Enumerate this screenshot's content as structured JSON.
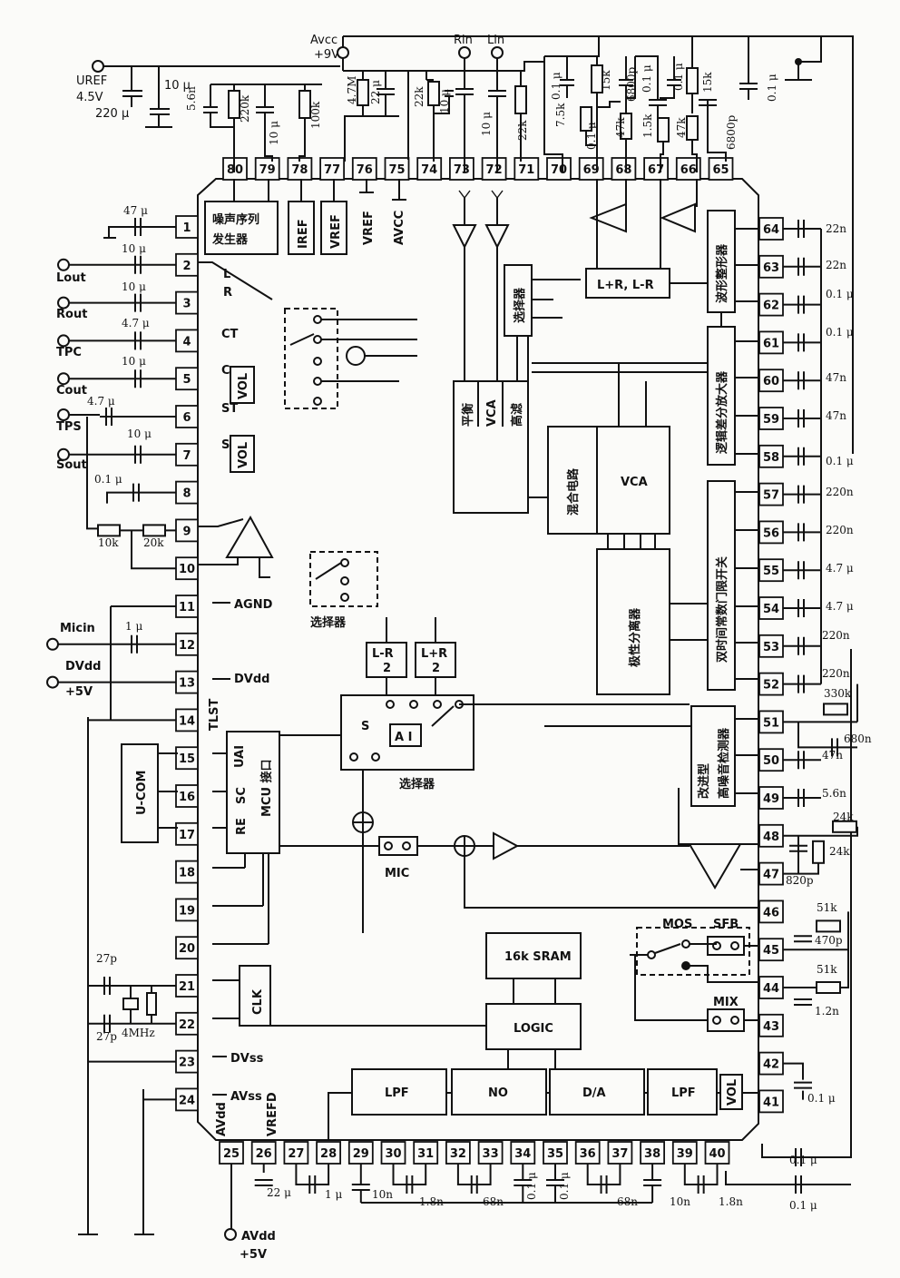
{
  "ic": {
    "left_pins": [
      "1",
      "2",
      "3",
      "4",
      "5",
      "6",
      "7",
      "8",
      "9",
      "10",
      "11",
      "12",
      "13",
      "14",
      "15",
      "16",
      "17",
      "18",
      "19",
      "20",
      "21",
      "22",
      "23",
      "24"
    ],
    "bottom_pins": [
      "25",
      "26",
      "27",
      "28",
      "29",
      "30",
      "31",
      "32",
      "33",
      "34",
      "35",
      "36",
      "37",
      "38",
      "39",
      "40"
    ],
    "right_pins": [
      "64",
      "63",
      "62",
      "61",
      "60",
      "59",
      "58",
      "57",
      "56",
      "55",
      "54",
      "53",
      "52",
      "51",
      "50",
      "49",
      "48",
      "47",
      "46",
      "45",
      "44",
      "43",
      "42",
      "41"
    ],
    "top_pins": [
      "80",
      "79",
      "78",
      "77",
      "76",
      "75",
      "74",
      "73",
      "72",
      "71",
      "70",
      "69",
      "68",
      "67",
      "66",
      "65"
    ]
  },
  "blocks": {
    "noise_gen": [
      "噪声序列",
      "发生器"
    ],
    "iref": "IREF",
    "vref": "VREF",
    "vref_label": "VREF",
    "avcc_label": "AVCC",
    "selector_top": "选择器",
    "pingheng": "平衡",
    "vca_a": "VCA",
    "gaolvbo": "高滤",
    "lr_block": "L+R, L-R",
    "waveform": "波形整形器",
    "logic_amp": "逻辑差分放大器",
    "mixer": "混合电路",
    "vca_main": "VCA",
    "polarity": "极性分离器",
    "dual_time": "双时间常数门限开关",
    "noise_detect": [
      "改进型",
      "高噪音检测器"
    ],
    "selector_mid": "选择器",
    "lminusr": [
      "L-R",
      "2"
    ],
    "lplusr": [
      "L+R",
      "2"
    ],
    "ai": "A I",
    "selector_bot": "选择器",
    "s_label": "S",
    "mcu": [
      "UAI",
      "SC",
      "RE",
      "MCU 接口"
    ],
    "ucom": "U-COM",
    "clk": "CLK",
    "sram": "16k SRAM",
    "logic": "LOGIC",
    "lpf1": "LPF",
    "no": "NO",
    "da": "D/A",
    "lpf2": "LPF",
    "vol_small": "VOL",
    "vol_c": "VOL",
    "vol_s": "VOL",
    "mic": "MIC",
    "mos": "MOS",
    "sfb": "SFB",
    "mix": "MIX"
  },
  "inner_labels": {
    "l": "L",
    "r": "R",
    "ct": "CT",
    "c": "C",
    "st": "ST",
    "s": "S",
    "agnd": "AGND",
    "dvdd": "DVdd",
    "tlst": "TLST",
    "dvss": "DVss",
    "avss": "AVss",
    "avdd_in": "AVdd",
    "vrefd": "VREFD"
  },
  "left_labels": {
    "uref": "UREF",
    "uref_v": "4.5V",
    "c220u": "220 μ",
    "c10u_top": "10 μ",
    "c47u": "47 μ",
    "lout": "Lout",
    "c10u_2": "10 μ",
    "rout": "Rout",
    "c10u_3": "10 μ",
    "tpc": "TPC",
    "c47u_4": "4.7 μ",
    "cout": "Cout",
    "c10u_5": "10 μ",
    "tps": "TPS",
    "c47u_6": "4.7 μ",
    "sout": "Sout",
    "c10u_7": "10 μ",
    "c01u_8": "0.1 μ",
    "r10k": "10k",
    "r20k": "20k",
    "micin": "Micin",
    "c1u": "1 μ",
    "dvdd": "DVdd",
    "dvdd_v": "+5V",
    "c27p_a": "27p",
    "c27p_b": "27p",
    "xtal": "4MHz"
  },
  "top_labels": {
    "avcc": "Avcc",
    "avcc_v": "+9V",
    "rin": "Rin",
    "lin": "Lin",
    "c56n": "5.6n",
    "r220k": "220k",
    "c10u": "10 μ",
    "r100k": "100k",
    "r47m": "4.7M",
    "c22u": "22 μ",
    "r22k_a": "22k",
    "c10u_b": "10 μ",
    "c10u_c": "10 μ",
    "r22k_b": "22k",
    "c01u_a": "0.1 μ",
    "r15k_a": "15k",
    "c6800p_a": "6800p",
    "c01u_b": "0.1 μ",
    "r75k": "7.5k",
    "c01u_c": "0.1 μ",
    "r47k_a": "47k",
    "r15k_b": "1.5k",
    "c01u_d": "0.1 μ",
    "r15k_c": "15k",
    "r47k_b": "47k",
    "c6800p_b": "6800p",
    "c01u_e": "0.1 μ"
  },
  "right_labels": {
    "p64": "22n",
    "p63": "22n",
    "p62": "0.1 μ",
    "p61": "0.1 μ",
    "p60": "47n",
    "p59": "47n",
    "p58": "0.1 μ",
    "p57": "220n",
    "p56": "220n",
    "p55": "4.7 μ",
    "p54": "4.7 μ",
    "p53": "220n",
    "p52": "220n",
    "r330k": "330k",
    "c680n": "680n",
    "p50": "47n",
    "p49": "5.6n",
    "r24k_a": "24k",
    "r24k_b": "24k",
    "c820p": "820p",
    "r51k_a": "51k",
    "c470p": "470p",
    "r51k_b": "51k",
    "c12n": "1.2n",
    "c01u_42": "0.1 μ",
    "c01u_r1": "0.1 μ",
    "c01u_r2": "0.1 μ"
  },
  "bottom_labels": {
    "c22u": "22 μ",
    "c1u": "1 μ",
    "c10n_a": "10n",
    "c18n_a": "1.8n",
    "c68n_a": "68n",
    "c01u_a": "0.1 μ",
    "c01u_b": "0.1 μ",
    "c68n_b": "68n",
    "c10n_b": "10n",
    "c18n_b": "1.8n",
    "avdd": "AVdd",
    "avdd_v": "+5V"
  }
}
